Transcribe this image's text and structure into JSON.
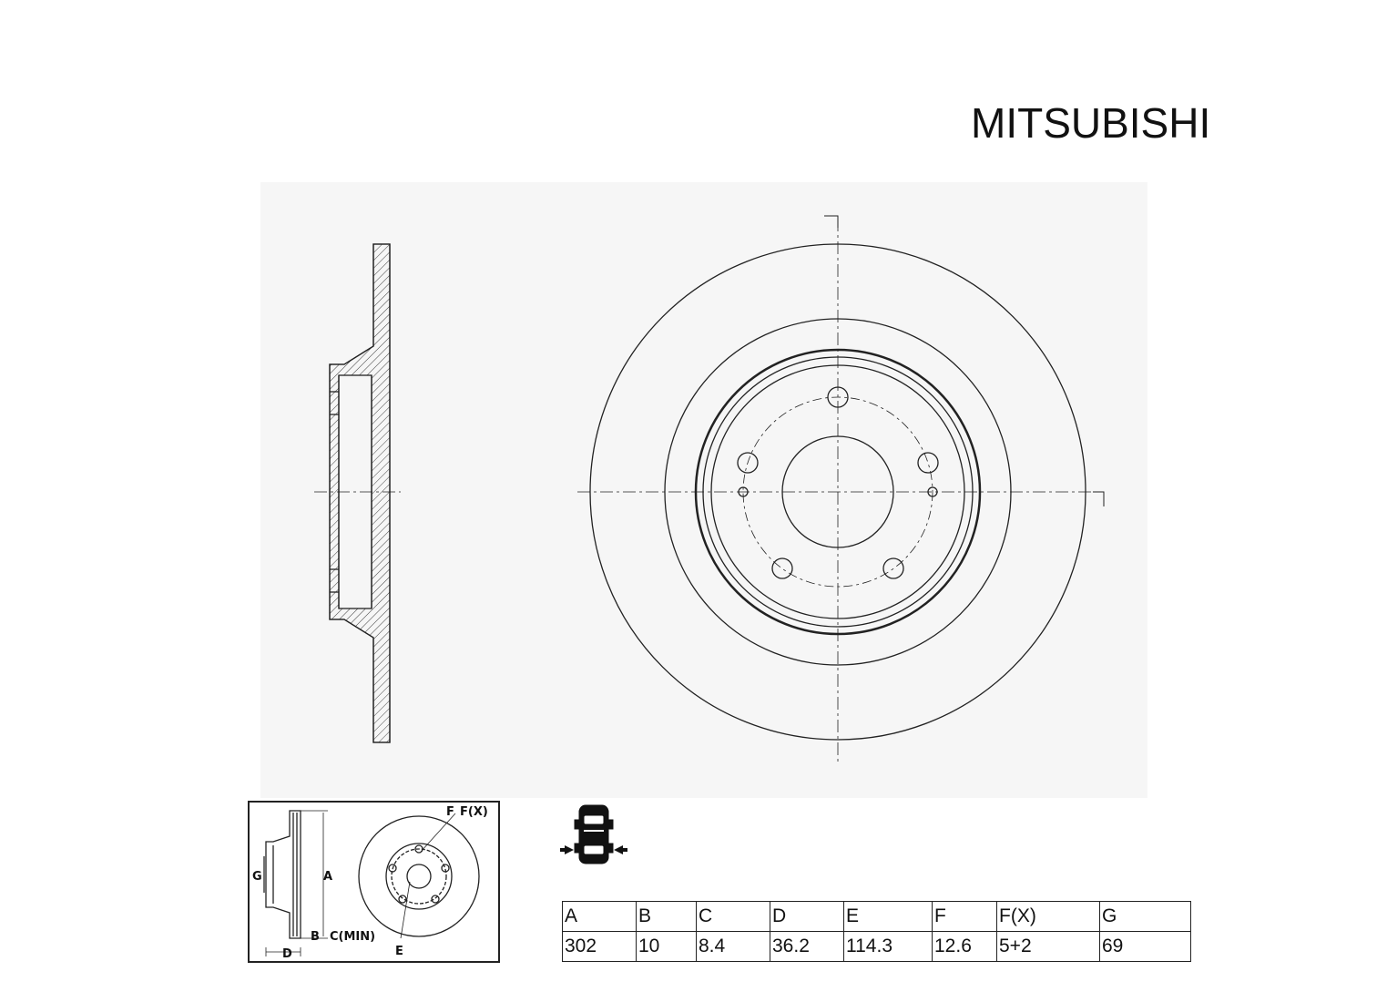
{
  "brand": "MITSUBISHI",
  "legend": {
    "label_f": "F",
    "label_fx": "F(X)",
    "label_g": "G",
    "label_a": "A",
    "label_b": "B",
    "label_cmin": "C(MIN)",
    "label_d": "D",
    "label_e": "E"
  },
  "icons": {
    "car": "car-top-view-icon",
    "arrows": "rear-axle-arrow-icon"
  },
  "table": {
    "headers": [
      "A",
      "B",
      "C",
      "D",
      "E",
      "F",
      "F(X)",
      "G"
    ],
    "values": [
      "302",
      "10",
      "8.4",
      "36.2",
      "114.3",
      "12.6",
      "5+2",
      "69"
    ]
  },
  "colors": {
    "line": "#222222",
    "panel": "#f6f6f6"
  }
}
